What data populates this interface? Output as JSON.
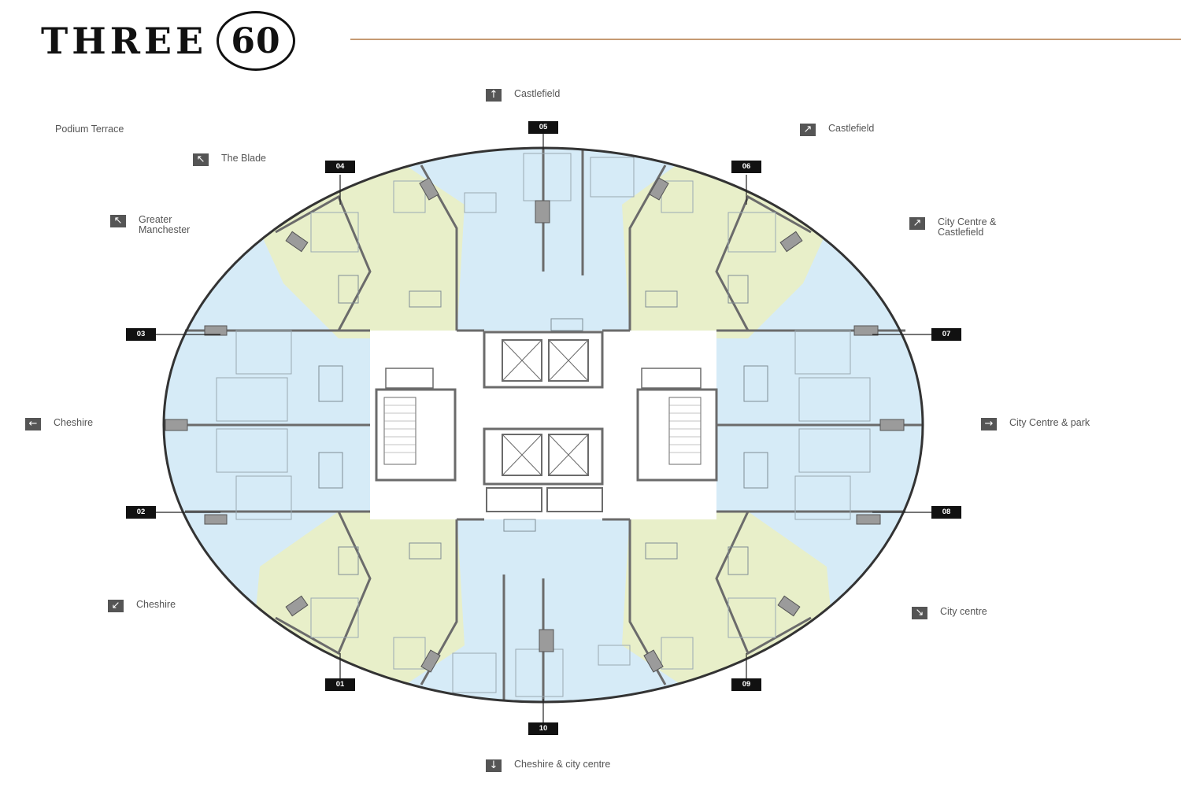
{
  "header": {
    "logo_word": "THREE",
    "logo_number": "60"
  },
  "colors": {
    "studio_fill": "#d6ebf7",
    "two_bed_fill": "#e8efc9",
    "wall": "#6b6b6b",
    "header_rule": "#c59a73"
  },
  "labels": {
    "podium_terrace": "Podium Terrace",
    "the_blade": "The Blade",
    "greater_manchester": [
      "Greater",
      "Manchester"
    ],
    "castlefield_top": "Castlefield",
    "castlefield_ne": "Castlefield",
    "city_centre_castlefield": [
      "City Centre &",
      "Castlefield"
    ],
    "cheshire_west": "Cheshire",
    "city_centre_park": "City Centre & park",
    "cheshire_sw": "Cheshire",
    "city_centre_se": "City centre",
    "cheshire_city_centre": "Cheshire & city centre"
  },
  "units": [
    "01",
    "02",
    "03",
    "04",
    "05",
    "06",
    "07",
    "08",
    "09",
    "10"
  ]
}
